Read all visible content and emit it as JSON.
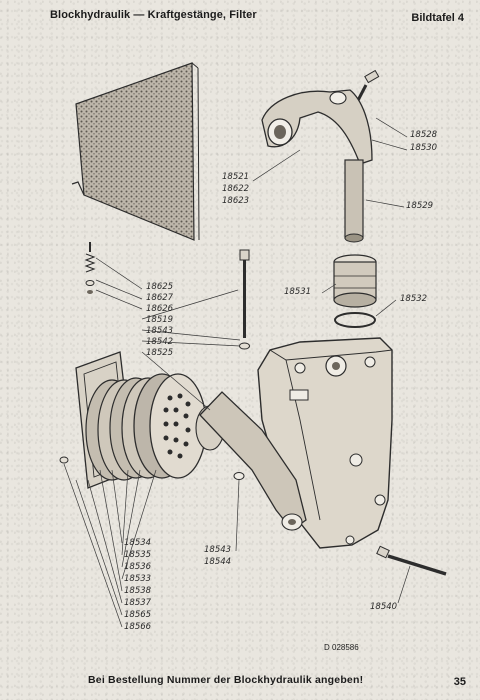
{
  "header": {
    "title": "Blockhydraulik — Kraftgestänge, Filter",
    "plate": "Bildtafel 4"
  },
  "parts": [
    {
      "id": "p1",
      "label": "18528"
    },
    {
      "id": "p2",
      "label": "18530"
    },
    {
      "id": "p3",
      "label": "18521"
    },
    {
      "id": "p4",
      "label": "18622"
    },
    {
      "id": "p5",
      "label": "18623"
    },
    {
      "id": "p6",
      "label": "18529"
    },
    {
      "id": "p7",
      "label": "18625"
    },
    {
      "id": "p8",
      "label": "18627"
    },
    {
      "id": "p9",
      "label": "18626"
    },
    {
      "id": "p10",
      "label": "18519"
    },
    {
      "id": "p11",
      "label": "18543"
    },
    {
      "id": "p12",
      "label": "18542"
    },
    {
      "id": "p13",
      "label": "18525"
    },
    {
      "id": "p14",
      "label": "18531"
    },
    {
      "id": "p15",
      "label": "18532"
    },
    {
      "id": "p16",
      "label": "18534"
    },
    {
      "id": "p17",
      "label": "18535"
    },
    {
      "id": "p18",
      "label": "18536"
    },
    {
      "id": "p19",
      "label": "18533"
    },
    {
      "id": "p20",
      "label": "18538"
    },
    {
      "id": "p21",
      "label": "18537"
    },
    {
      "id": "p22",
      "label": "18565"
    },
    {
      "id": "p23",
      "label": "18566"
    },
    {
      "id": "p24",
      "label": "18543"
    },
    {
      "id": "p25",
      "label": "18544"
    },
    {
      "id": "p26",
      "label": "18540"
    }
  ],
  "drawing_code": "D 028586",
  "footer": {
    "note": "Bei Bestellung Nummer der Blockhydraulik angeben!",
    "page_number": "35"
  }
}
